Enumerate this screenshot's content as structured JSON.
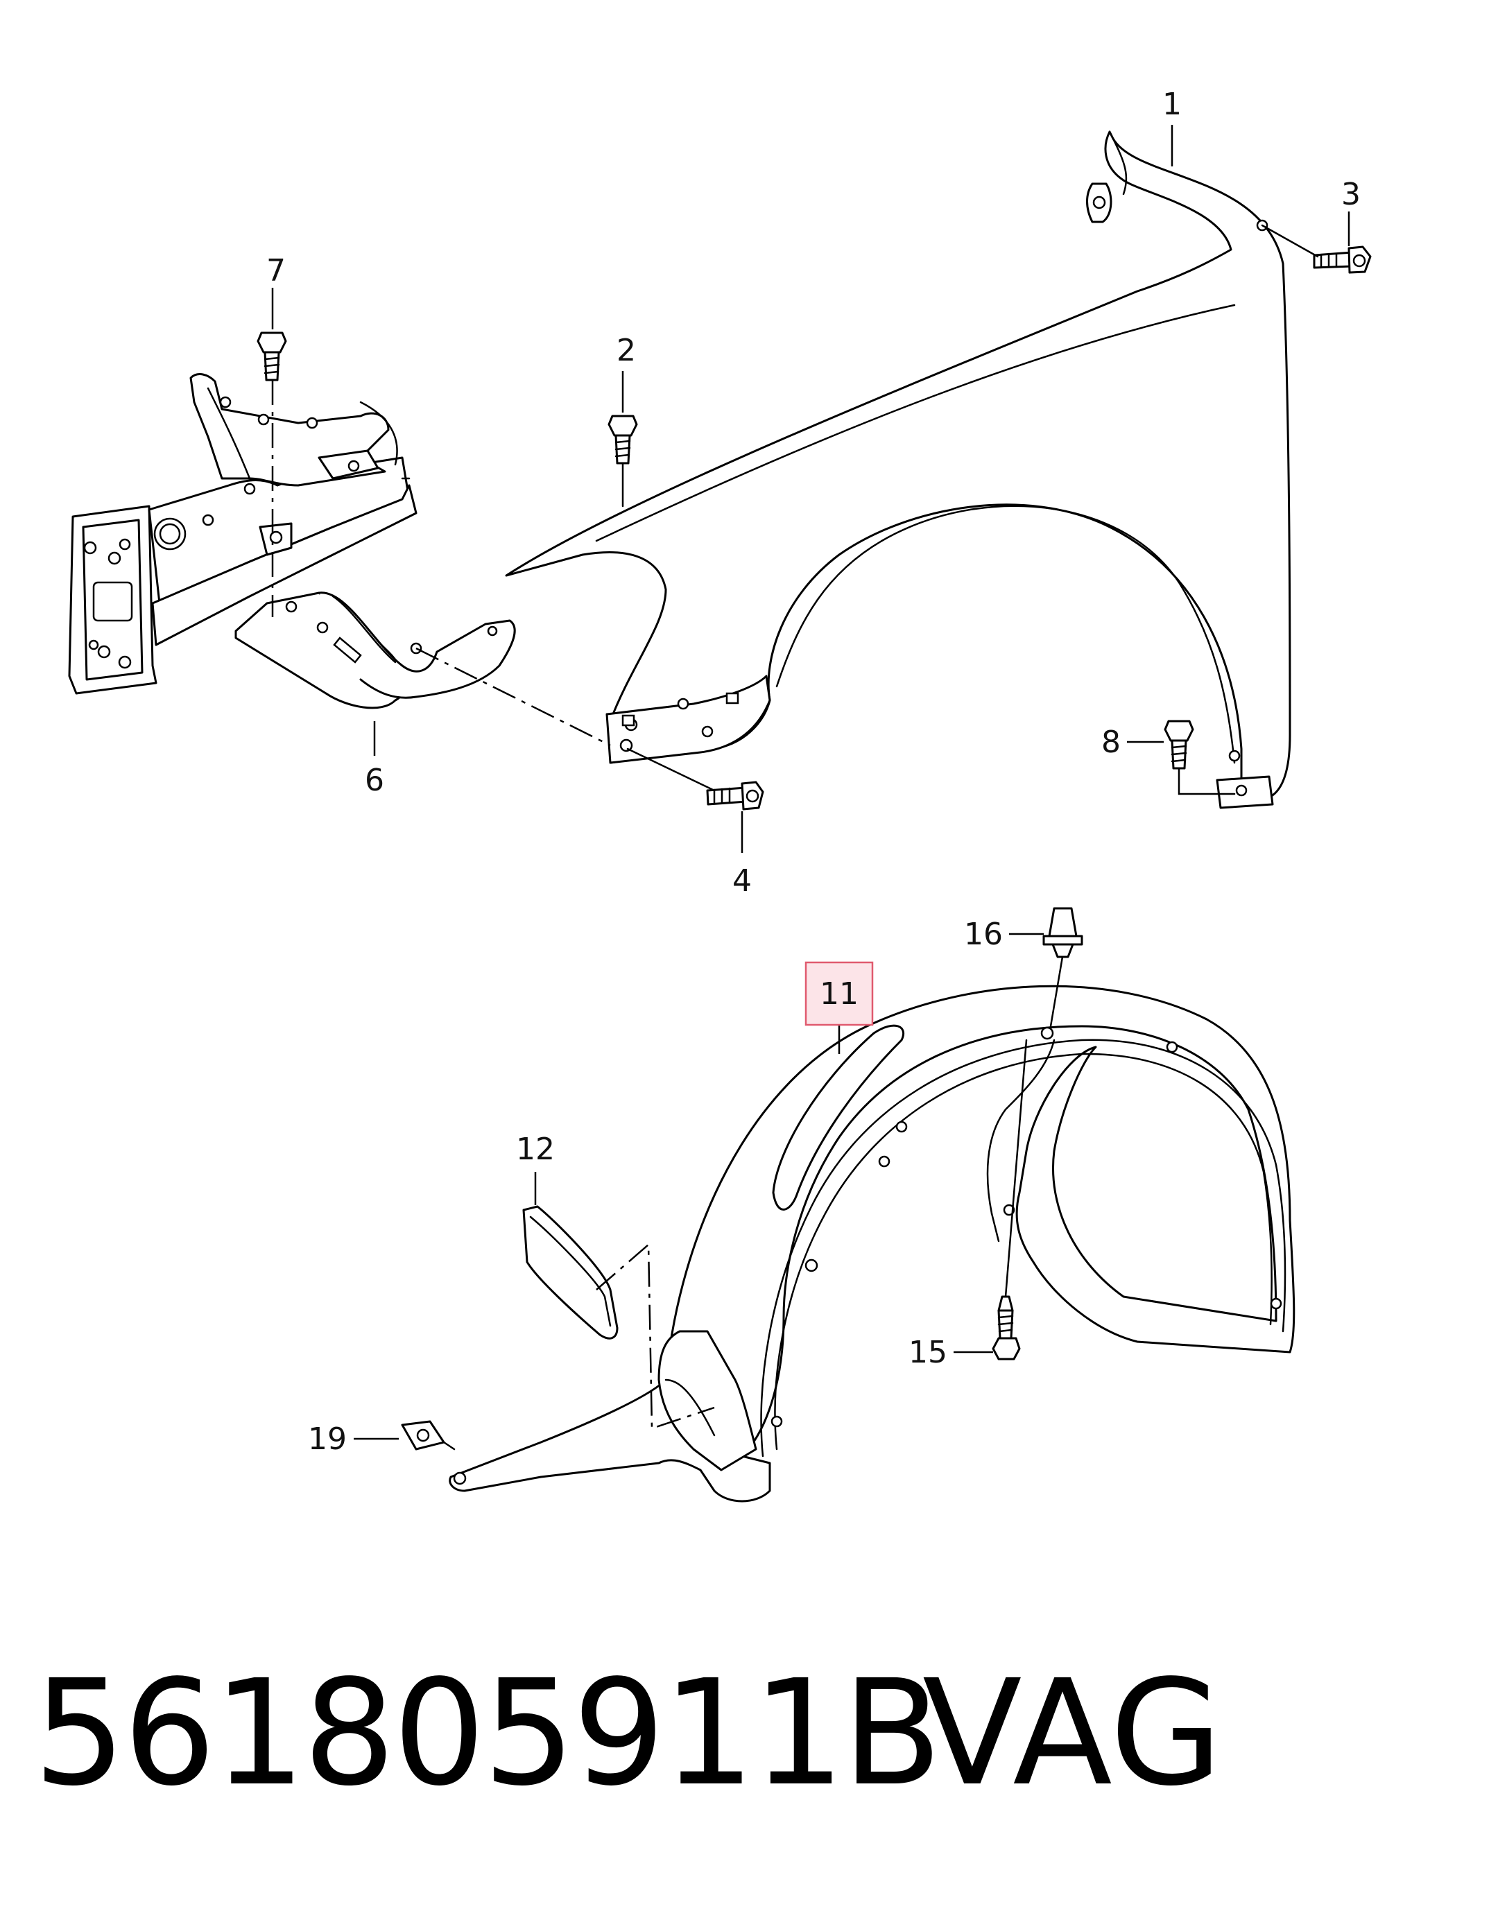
{
  "callouts": {
    "c1": "1",
    "c2": "2",
    "c3": "3",
    "c4": "4",
    "c6": "6",
    "c7": "7",
    "c8": "8",
    "c11": "11",
    "c12": "12",
    "c15": "15",
    "c16": "16",
    "c19": "19"
  },
  "highlighted_callout": "11",
  "footer": {
    "part_number": "561805911B",
    "brand": "VAG"
  },
  "colors": {
    "line": "#000000",
    "highlight_fill": "#fce4e8",
    "highlight_stroke": "#e05a6e"
  }
}
